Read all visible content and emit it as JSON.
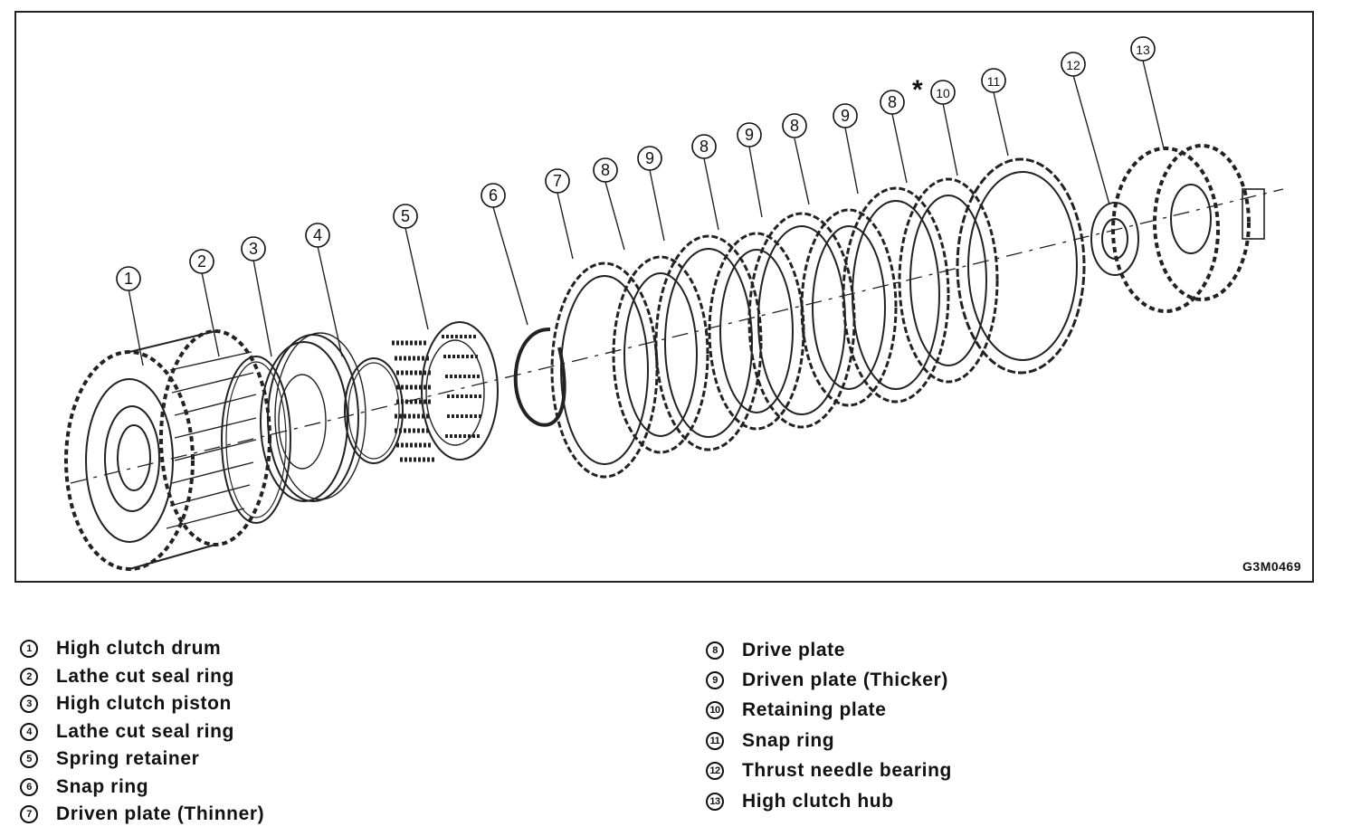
{
  "figure": {
    "code": "G3M0469",
    "note_mark": "*",
    "callouts": [
      {
        "num": "1"
      },
      {
        "num": "2"
      },
      {
        "num": "3"
      },
      {
        "num": "4"
      },
      {
        "num": "5"
      },
      {
        "num": "6"
      },
      {
        "num": "7"
      },
      {
        "num": "8"
      },
      {
        "num": "9"
      },
      {
        "num": "8"
      },
      {
        "num": "9"
      },
      {
        "num": "8"
      },
      {
        "num": "9"
      },
      {
        "num": "8"
      },
      {
        "num": "10"
      },
      {
        "num": "11"
      },
      {
        "num": "12"
      },
      {
        "num": "13"
      }
    ]
  },
  "legend": {
    "left": [
      {
        "num": "1",
        "label": "High clutch drum"
      },
      {
        "num": "2",
        "label": "Lathe cut seal ring"
      },
      {
        "num": "3",
        "label": "High clutch piston"
      },
      {
        "num": "4",
        "label": "Lathe cut seal ring"
      },
      {
        "num": "5",
        "label": "Spring retainer"
      },
      {
        "num": "6",
        "label": "Snap ring"
      },
      {
        "num": "7",
        "label": "Driven plate (Thinner)"
      }
    ],
    "right": [
      {
        "num": "8",
        "label": "Drive plate"
      },
      {
        "num": "9",
        "label": "Driven plate (Thicker)"
      },
      {
        "num": "10",
        "label": "Retaining plate"
      },
      {
        "num": "11",
        "label": "Snap ring"
      },
      {
        "num": "12",
        "label": "Thrust needle bearing"
      },
      {
        "num": "13",
        "label": "High clutch hub"
      }
    ]
  }
}
